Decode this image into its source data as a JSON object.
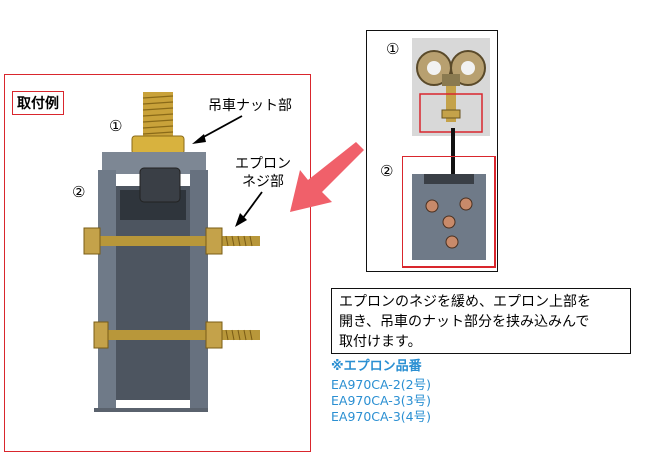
{
  "main": {
    "example_label": "取付例",
    "marker1": "①",
    "marker2": "②",
    "callout_nut": "吊車ナット部",
    "callout_screw_line1": "エプロン",
    "callout_screw_line2": "ネジ部"
  },
  "reference": {
    "marker1": "①",
    "marker2": "②"
  },
  "note": {
    "line1": "エプロンのネジを緩め、エプロン上部を",
    "line2": "開き、吊車のナット部分を挟み込みんで",
    "line3": "取付けます。"
  },
  "products": {
    "title": "※エプロン品番",
    "items": [
      "EA970CA-2(2号)",
      "EA970CA-3(3号)",
      "EA970CA-3(4号)"
    ]
  },
  "colors": {
    "frame_red": "#d9262d",
    "accent_blue": "#2a8fd2",
    "arrow_pink": "#f0606a",
    "bracket_gray": "#6f7a88"
  }
}
